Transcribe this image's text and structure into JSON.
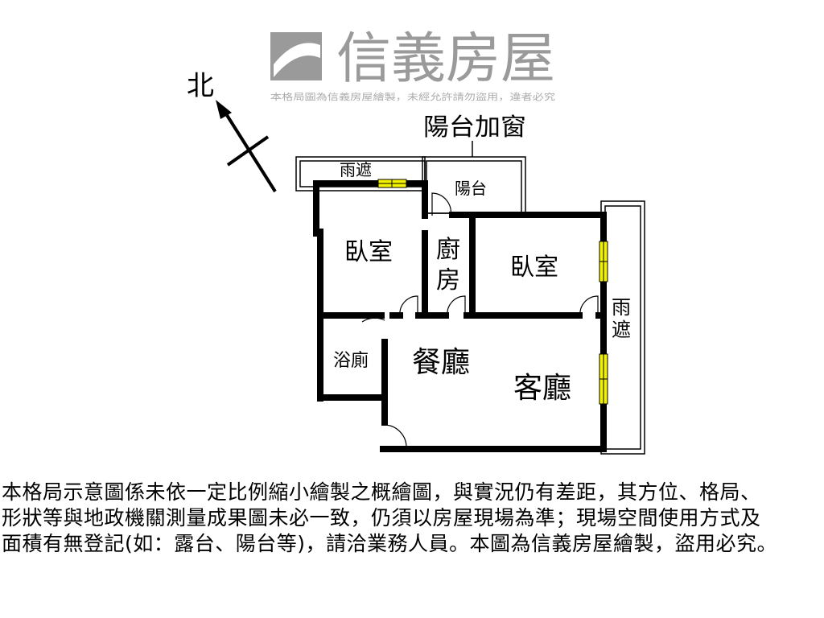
{
  "compass": {
    "north_label": "北",
    "icon": "north-arrow-icon"
  },
  "annotation": {
    "balcony_window": "陽台加窗"
  },
  "rooms": {
    "canopy_top": "雨遮",
    "balcony": "陽台",
    "bedroom_left": "臥室",
    "kitchen_1": "廚",
    "kitchen_2": "房",
    "bedroom_right": "臥室",
    "canopy_right_1": "雨",
    "canopy_right_2": "遮",
    "bathroom": "浴廁",
    "dining": "餐廳",
    "living": "客廳"
  },
  "watermark": {
    "brand": "信義房屋",
    "notice": "本格局圖為信義房屋繪製，未經允許請勿盜用，違者必究"
  },
  "disclaimer": [
    "本格局示意圖係未依一定比例縮小繪製之概繪圖，與實況仍有差距，其方位、格局、",
    "形狀等與地政機關測量成果圖未必一致，仍須以房屋現場為準；現場空間使用方式及",
    "面積有無登記(如：露台、陽台等)，請洽業務人員。本圖為信義房屋繪製，盜用必究。"
  ],
  "colors": {
    "wall": "#000000",
    "window": "#f2f200",
    "watermark": "#9a9a9a"
  }
}
